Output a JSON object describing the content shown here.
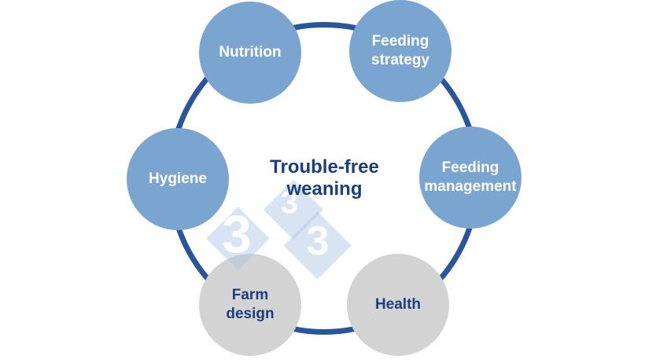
{
  "title": {
    "line1": "Trouble-free",
    "line2": "weaning"
  },
  "nodes": [
    {
      "label": "Nutrition",
      "style": "blue"
    },
    {
      "label": "Feeding\nstrategy",
      "style": "blue"
    },
    {
      "label": "Feeding\nmanagement",
      "style": "blue"
    },
    {
      "label": "Health",
      "style": "gray"
    },
    {
      "label": "Farm\ndesign",
      "style": "gray"
    },
    {
      "label": "Hygiene",
      "style": "blue"
    }
  ],
  "watermark": {
    "digits": [
      "3",
      "3",
      "3"
    ]
  },
  "colors": {
    "node-blue": "#7BA5D1",
    "node-gray": "#D3D3D3",
    "ring": "#28559C",
    "title-navy": "#1A3F7E",
    "navy-text": "#1C3F7E",
    "watermark-blue": "#AAC4E5"
  }
}
